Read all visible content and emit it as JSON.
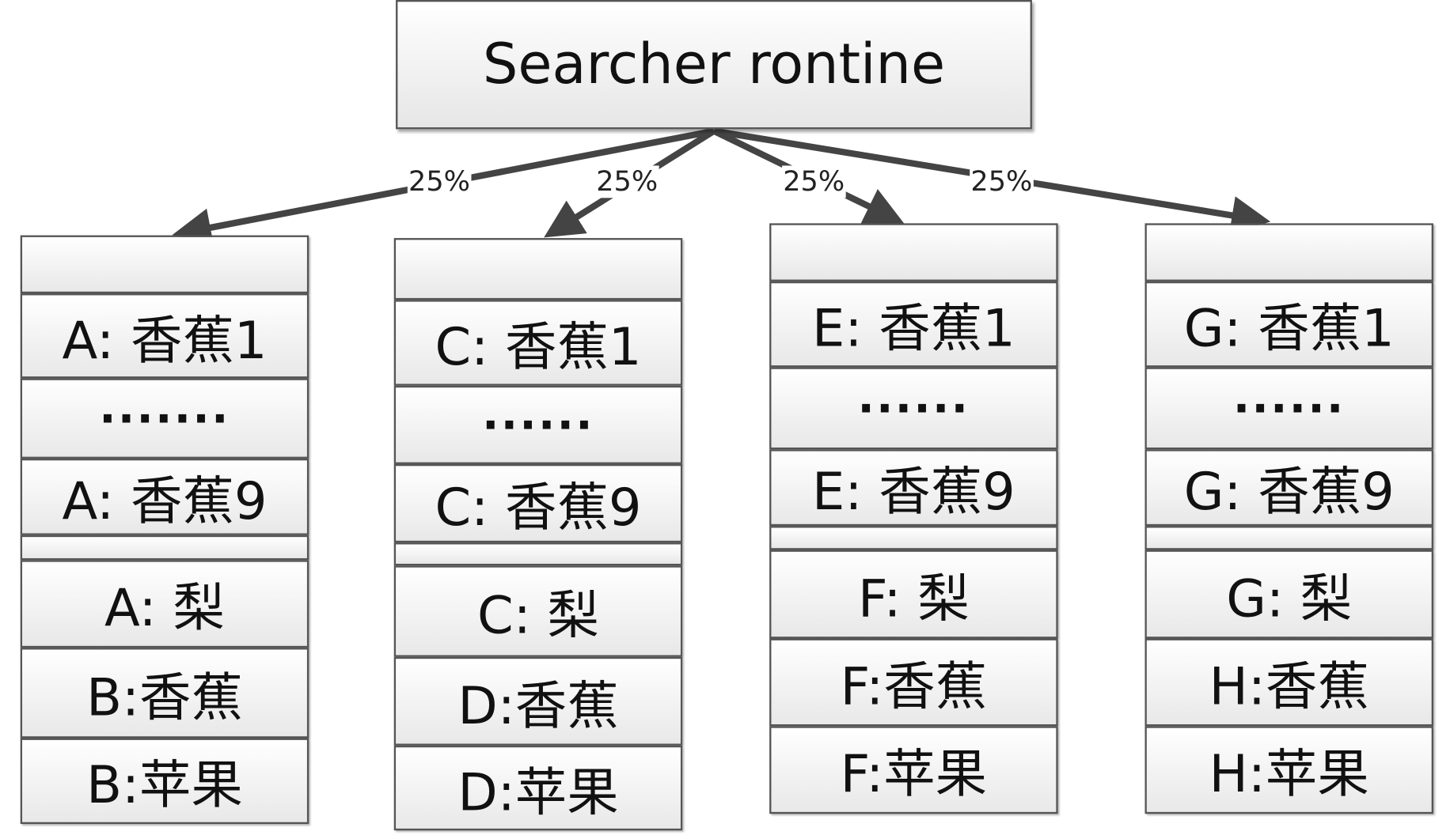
{
  "title": "Searcher rontine",
  "edge_labels": [
    "25%",
    "25%",
    "25%",
    "25%"
  ],
  "columns": [
    {
      "cells": [
        "",
        "A: 香蕉1",
        "·······",
        "A: 香蕉9",
        "",
        "A: 梨",
        "B:香蕉",
        "B:苹果"
      ]
    },
    {
      "cells": [
        "",
        "C: 香蕉1",
        "······",
        "C: 香蕉9",
        "",
        "C: 梨",
        "D:香蕉",
        "D:苹果"
      ]
    },
    {
      "cells": [
        "",
        "E: 香蕉1",
        "······",
        "E: 香蕉9",
        "",
        "F: 梨",
        "F:香蕉",
        "F:苹果"
      ]
    },
    {
      "cells": [
        "",
        "G: 香蕉1",
        "······",
        "G: 香蕉9",
        "",
        "G: 梨",
        "H:香蕉",
        "H:苹果"
      ]
    }
  ]
}
